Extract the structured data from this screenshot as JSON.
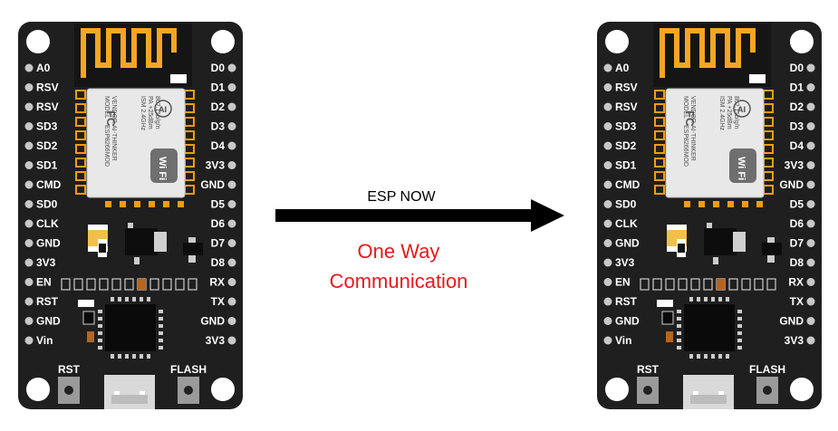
{
  "boards": [
    {
      "id": "sender",
      "left_pins": [
        "A0",
        "RSV",
        "RSV",
        "SD3",
        "SD2",
        "SD1",
        "CMD",
        "SD0",
        "CLK",
        "GND",
        "3V3",
        "EN",
        "RST",
        "GND",
        "Vin"
      ],
      "right_pins": [
        "D0",
        "D1",
        "D2",
        "D3",
        "D4",
        "3V3",
        "GND",
        "D5",
        "D6",
        "D7",
        "D8",
        "RX",
        "TX",
        "GND",
        "3V3"
      ],
      "buttons": {
        "reset": "RST",
        "flash": "FLASH"
      },
      "module": {
        "model_line1": "MODEL",
        "model_line2": "VENDOR",
        "model_value1": "ESP8266MOD",
        "model_value2": "AI-THINKER",
        "spec1": "ISM 2.4GHz",
        "spec2": "PA +25dBm",
        "spec3": "802.11b/g/n",
        "fcc": "FC",
        "ai": "AI",
        "wifi": "Wi Fi"
      }
    },
    {
      "id": "receiver",
      "left_pins": [
        "A0",
        "RSV",
        "RSV",
        "SD3",
        "SD2",
        "SD1",
        "CMD",
        "SD0",
        "CLK",
        "GND",
        "3V3",
        "EN",
        "RST",
        "GND",
        "Vin"
      ],
      "right_pins": [
        "D0",
        "D1",
        "D2",
        "D3",
        "D4",
        "3V3",
        "GND",
        "D5",
        "D6",
        "D7",
        "D8",
        "RX",
        "TX",
        "GND",
        "3V3"
      ],
      "buttons": {
        "reset": "RST",
        "flash": "FLASH"
      },
      "module": {
        "model_line1": "MODEL",
        "model_line2": "VENDOR",
        "model_value1": "ESP8266MOD",
        "model_value2": "AI-THINKER",
        "spec1": "ISM 2.4GHz",
        "spec2": "PA +25dBm",
        "spec3": "802.11b/g/n",
        "fcc": "FC",
        "ai": "AI",
        "wifi": "Wi Fi"
      }
    }
  ],
  "arrow": {
    "label": "ESP NOW",
    "direction": "left-to-right"
  },
  "caption": {
    "line1": "One Way",
    "line2": "Communication"
  },
  "colors": {
    "board": "#1f1f1f",
    "antenna": "#f5a623",
    "shield": "#e8e8e8",
    "pad": "#f39c12",
    "pin_dot": "#c8c8c8",
    "caption": "#e31b1b",
    "arrow": "#000000"
  }
}
